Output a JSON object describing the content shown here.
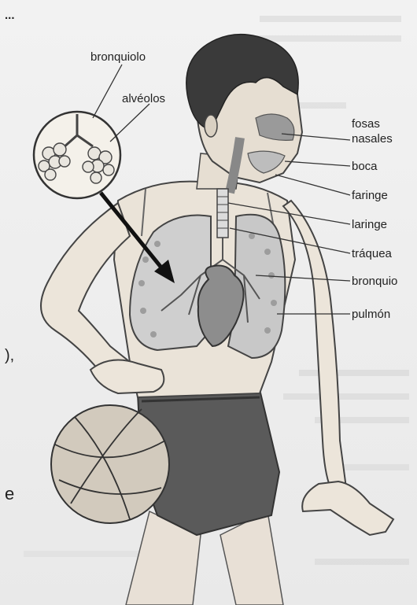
{
  "labels": {
    "bronquiolo": "bronquiolo",
    "alveolos": "alvéolos",
    "fosas_line1": "fosas",
    "fosas_line2": "nasales",
    "boca": "boca",
    "faringe": "faringe",
    "laringe": "laringe",
    "traquea": "tráquea",
    "bronquio": "bronquio",
    "pulmon": "pulmón"
  },
  "margin_text": {
    "top_dots": "...",
    "left_mark": "),",
    "left_e": "e"
  }
}
